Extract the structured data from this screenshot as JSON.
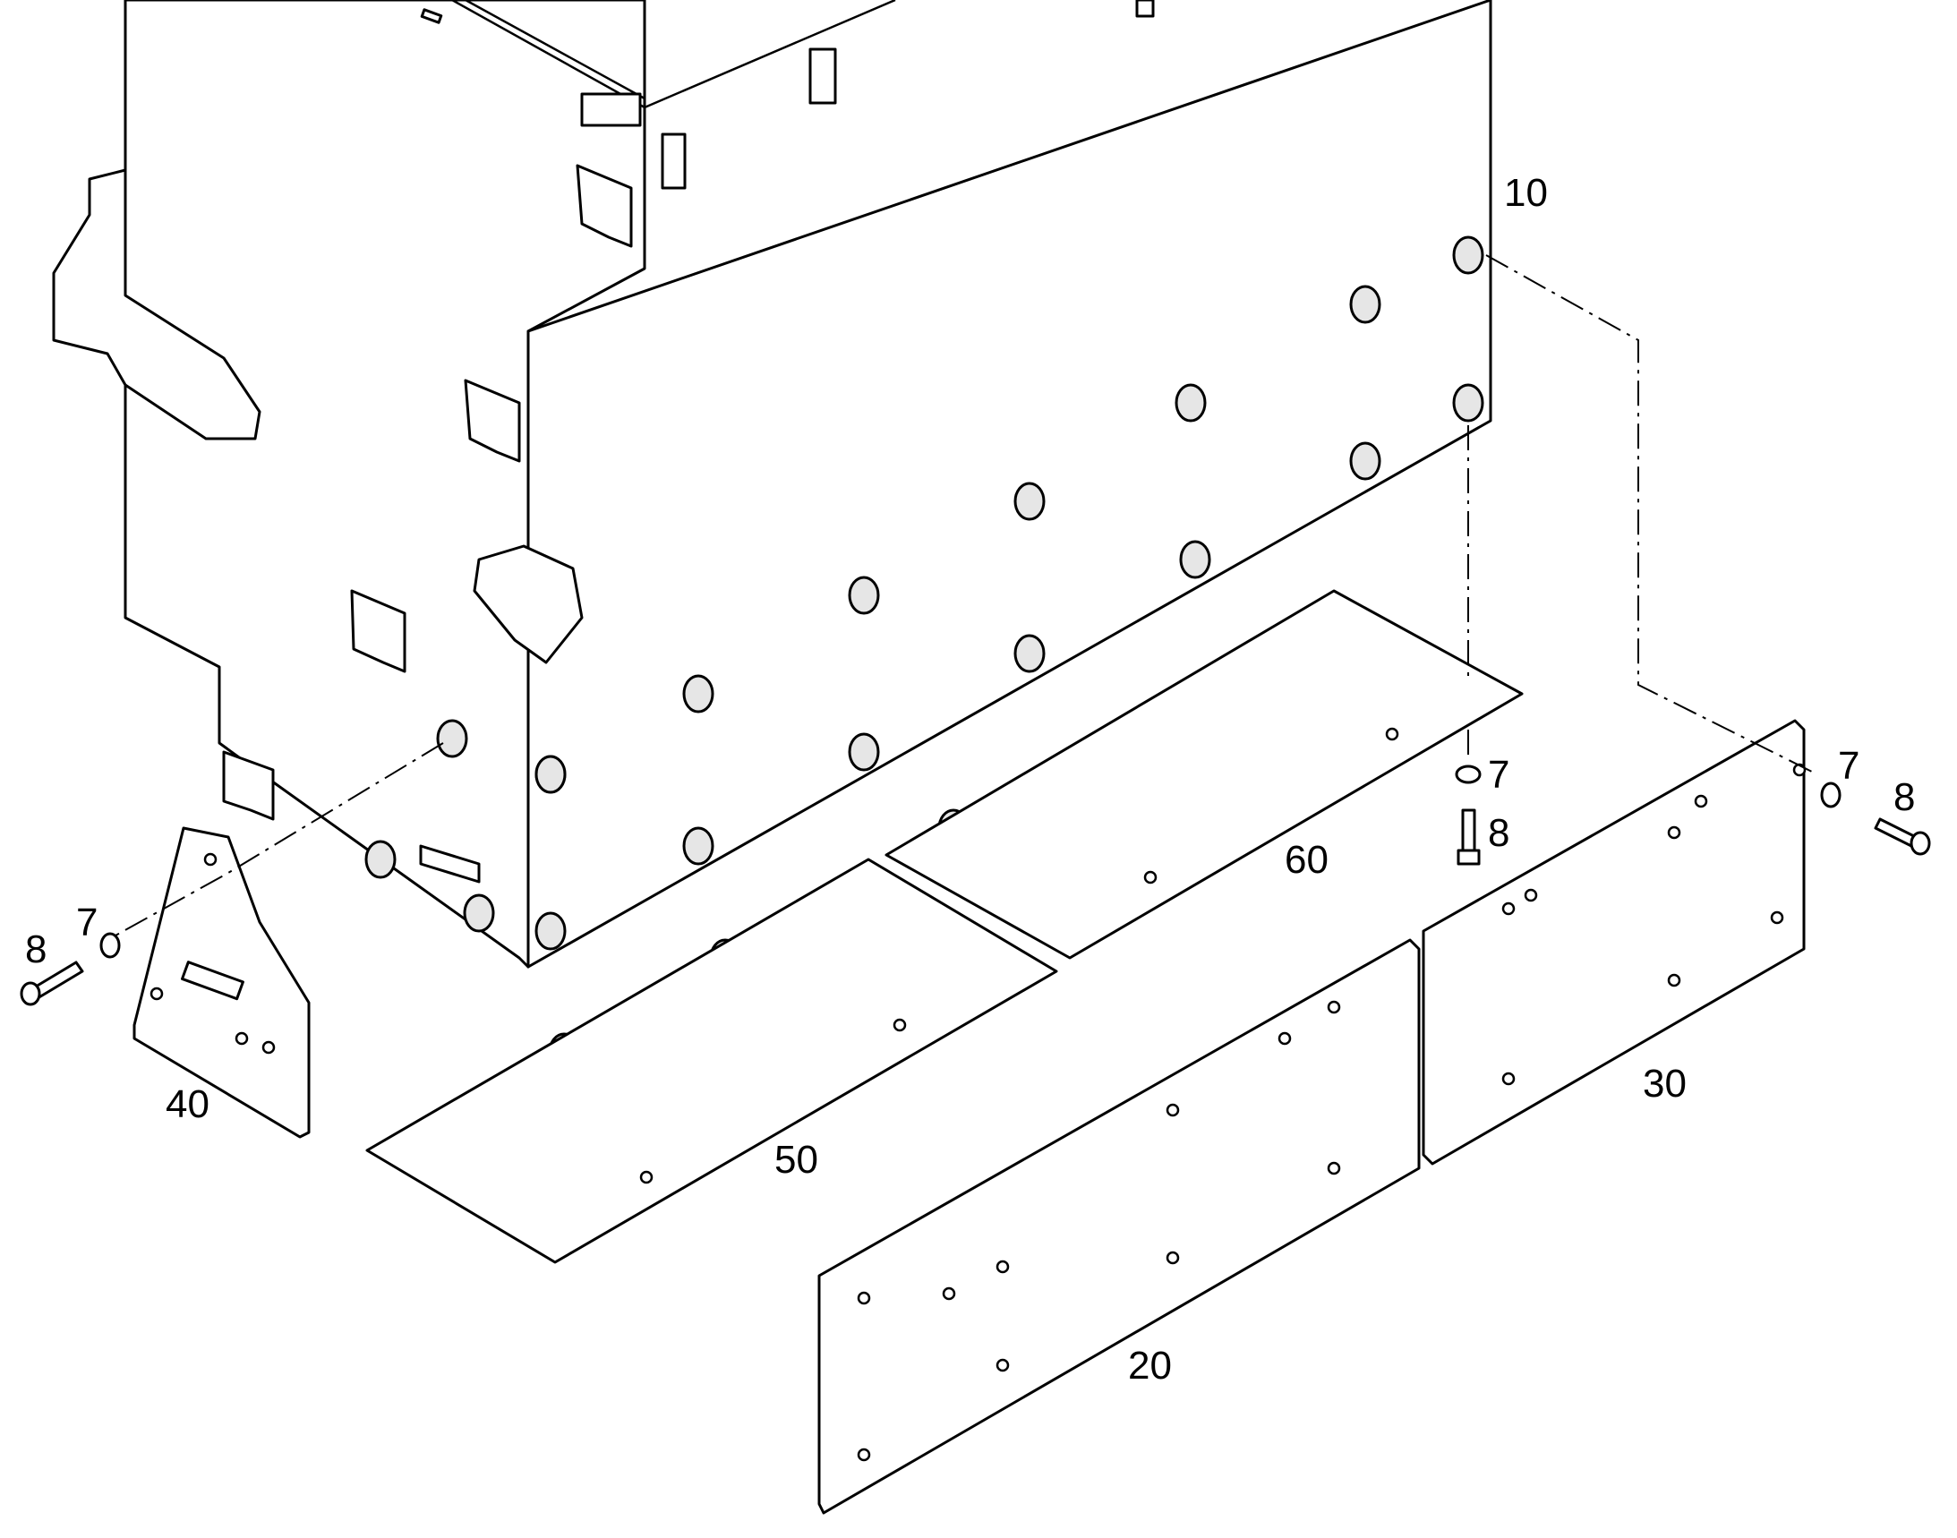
{
  "diagram": {
    "type": "exploded-parts-view",
    "callouts": [
      {
        "id": "c10",
        "label": "10"
      },
      {
        "id": "c20",
        "label": "20"
      },
      {
        "id": "c30",
        "label": "30"
      },
      {
        "id": "c40",
        "label": "40"
      },
      {
        "id": "c50",
        "label": "50"
      },
      {
        "id": "c60",
        "label": "60"
      },
      {
        "id": "c7a",
        "label": "7"
      },
      {
        "id": "c8a",
        "label": "8"
      },
      {
        "id": "c7b",
        "label": "7"
      },
      {
        "id": "c8b",
        "label": "8"
      },
      {
        "id": "c7c",
        "label": "7"
      },
      {
        "id": "c8c",
        "label": "8"
      }
    ],
    "colors": {
      "line": "#000000",
      "fill": "#ffffff",
      "standoff": "#e6e6e6"
    }
  }
}
